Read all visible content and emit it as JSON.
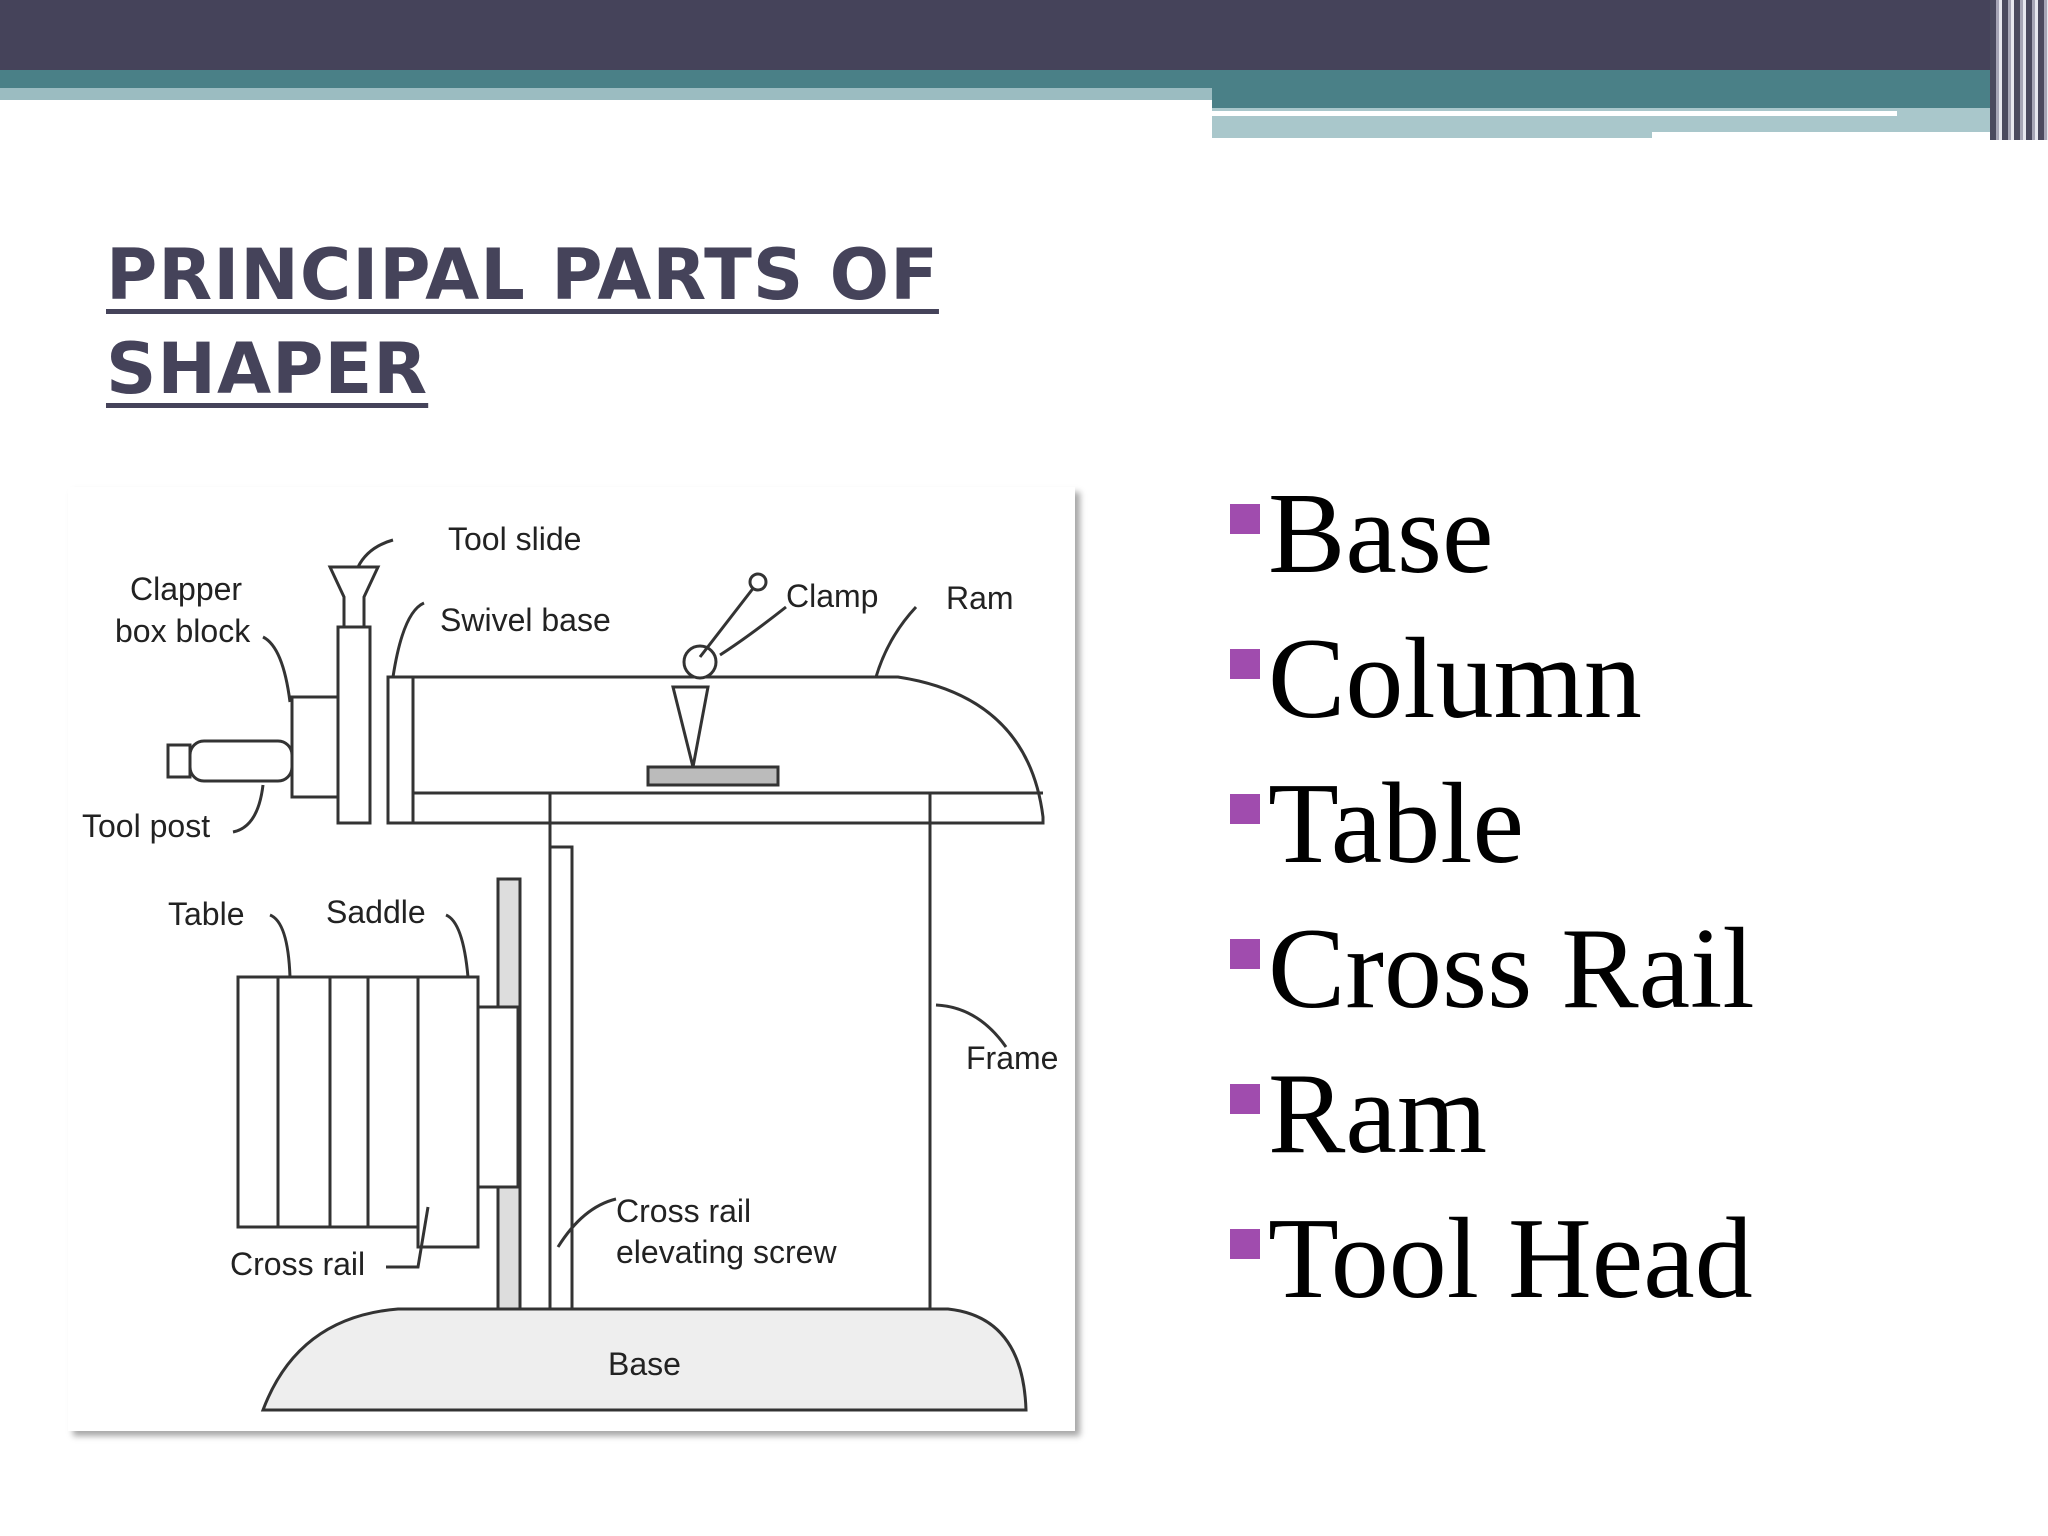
{
  "slide": {
    "title_line1": "PRINCIPAL PARTS OF",
    "title_line2": "SHAPER"
  },
  "diagram": {
    "labels": {
      "tool_slide": "Tool slide",
      "clapper_box_block_1": "Clapper",
      "clapper_box_block_2": "box block",
      "swivel_base": "Swivel base",
      "clamp": "Clamp",
      "ram": "Ram",
      "tool_post": "Tool post",
      "table": "Table",
      "saddle": "Saddle",
      "frame": "Frame",
      "cross_rail": "Cross rail",
      "cross_rail_elevating_screw_1": "Cross rail",
      "cross_rail_elevating_screw_2": "elevating screw",
      "base": "Base"
    }
  },
  "bullets": [
    {
      "label": "Base"
    },
    {
      "label": "Column"
    },
    {
      "label": "Table"
    },
    {
      "label": "Cross Rail"
    },
    {
      "label": "Ram"
    },
    {
      "label": "Tool Head"
    }
  ],
  "colors": {
    "header": "#45435a",
    "teal": "#4a8087",
    "bullet": "#a04cae",
    "title": "#45435a"
  }
}
